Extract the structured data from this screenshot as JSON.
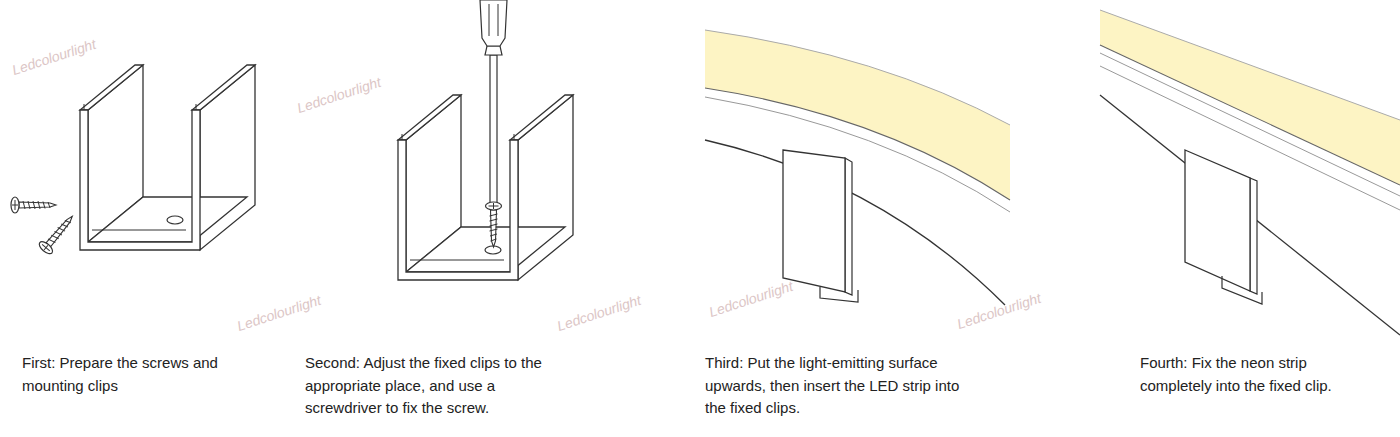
{
  "diagram": {
    "labels": [
      "First: Prepare the screws and mounting clips",
      "Second: Adjust the fixed clips to the appropriate place, and use a screwdriver to fix the screw.",
      "Third: Put the light-emitting surface upwards, then insert the LED strip into the fixed clips.",
      "Fourth: Fix the neon strip completely into the fixed clip.",
      "Ledcolourlight",
      "Ledcolourlight",
      "Ledcolourlight",
      "Ledcolourlight",
      "Ledcolourlight",
      "Ledcolourlight"
    ]
  }
}
